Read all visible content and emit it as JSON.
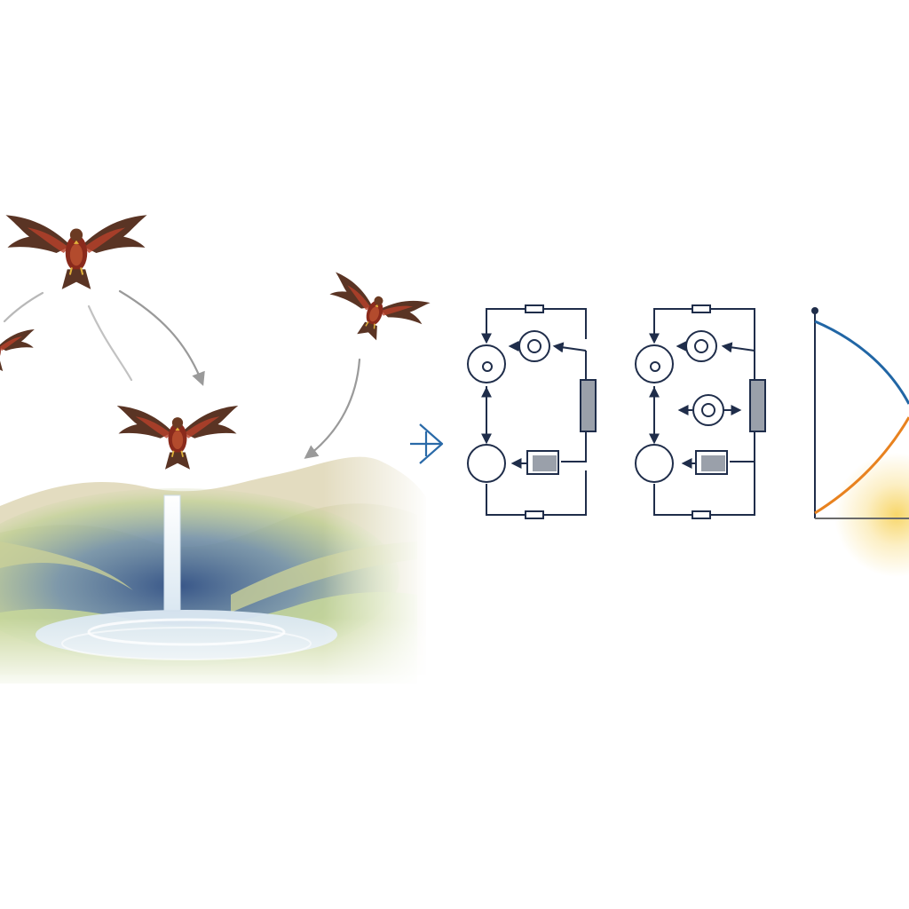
{
  "colors": {
    "background": "#ffffff",
    "hawk_body": "#8a2a1c",
    "hawk_wing": "#5a3424",
    "hawk_accent": "#b8412a",
    "flight_arrow": "#9a9a9a",
    "hill_sand": "#e3dcc0",
    "hill_green": "#b9cf8e",
    "valley_blue": "#2f4f86",
    "water_light": "#dbe8f2",
    "circuit_line": "#1f2d4a",
    "component_fill": "#9aa0aa",
    "connector_arrow": "#2a6aa8",
    "curve_blue": "#2166a5",
    "curve_orange": "#e8821f",
    "glow_yellow": "#f7d25a"
  },
  "icons": {
    "hawks": "hawk-icon",
    "connector": "arrow-right-icon",
    "node": "circle-node-icon",
    "block": "rectangle-block-icon"
  },
  "diagram": {
    "hawk_count": 4,
    "circuit_count": 2,
    "curve_count": 2
  }
}
